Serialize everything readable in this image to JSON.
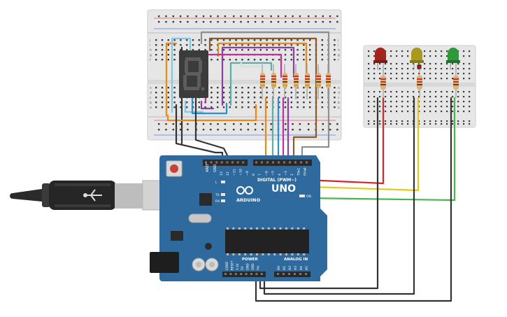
{
  "canvas": {
    "background": "#ffffff"
  },
  "arduino": {
    "board_name": "UNO",
    "brand": "ARDUINO",
    "digital_header_label": "DIGITAL (PWM~)",
    "analog_header_label": "ANALOG IN",
    "power_header_label": "POWER",
    "on_label": "ON",
    "tx_label": "TX",
    "rx_label": "RX",
    "l_label": "L",
    "aref_label": "AREF",
    "gnd_label": "GND",
    "digital_pins": [
      "13",
      "12",
      "~11",
      "~10",
      "~9",
      "8",
      "7",
      "~6",
      "~5",
      "4",
      "~3",
      "2",
      "TX▸1",
      "RX◂0"
    ],
    "power_pins": [
      "IOREF",
      "RESET",
      "3.3V",
      "5V",
      "GND",
      "GND",
      "Vin"
    ],
    "analog_pins": [
      "A0",
      "A1",
      "A2",
      "A3",
      "A4",
      "A5"
    ],
    "board_color": "#2f6a9e"
  },
  "seven_segment": {
    "digit_shown": "8"
  },
  "breadboard_large": {
    "row_letters": [
      "j",
      "i",
      "h",
      "g",
      "f",
      "e",
      "d",
      "c",
      "b",
      "a"
    ]
  },
  "leds": [
    {
      "name": "red-led",
      "color": "#b3261e"
    },
    {
      "name": "yellow-led",
      "color": "#c9b400"
    },
    {
      "name": "green-led",
      "color": "#2e9e3a"
    }
  ],
  "wire_colors": {
    "black": "#333333",
    "red": "#d7262b",
    "yellow": "#e8c817",
    "green": "#49b64b",
    "orange": "#e98a15",
    "blue": "#2c8fd6",
    "purple": "#8a3fa8",
    "magenta": "#c2319b",
    "brown": "#8c5a2b",
    "gray": "#8f8f8f",
    "lightblue": "#7fc7e8",
    "white": "#dcdcdc"
  }
}
